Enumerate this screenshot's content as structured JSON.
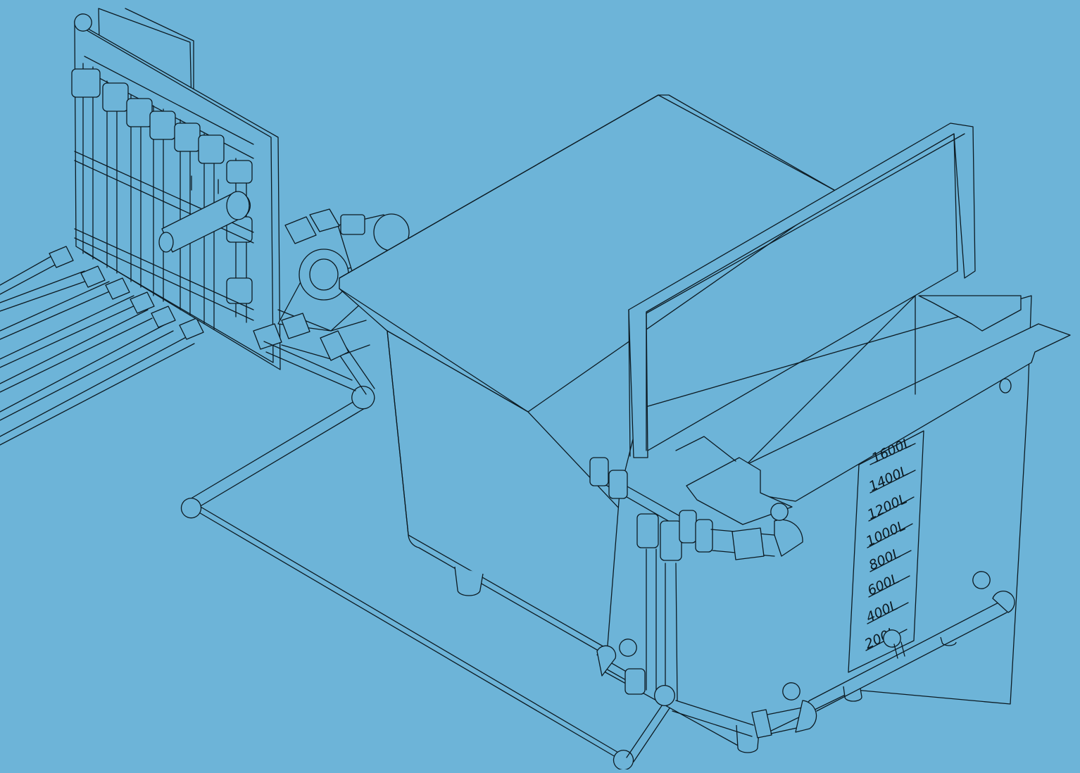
{
  "colors": {
    "background": "#6db4d8",
    "line": "#0c1a22"
  },
  "tank": {
    "gauge_labels": [
      "1600L",
      "1400L",
      "1200L",
      "1000L",
      "800L",
      "600L",
      "400L",
      "200L"
    ]
  }
}
